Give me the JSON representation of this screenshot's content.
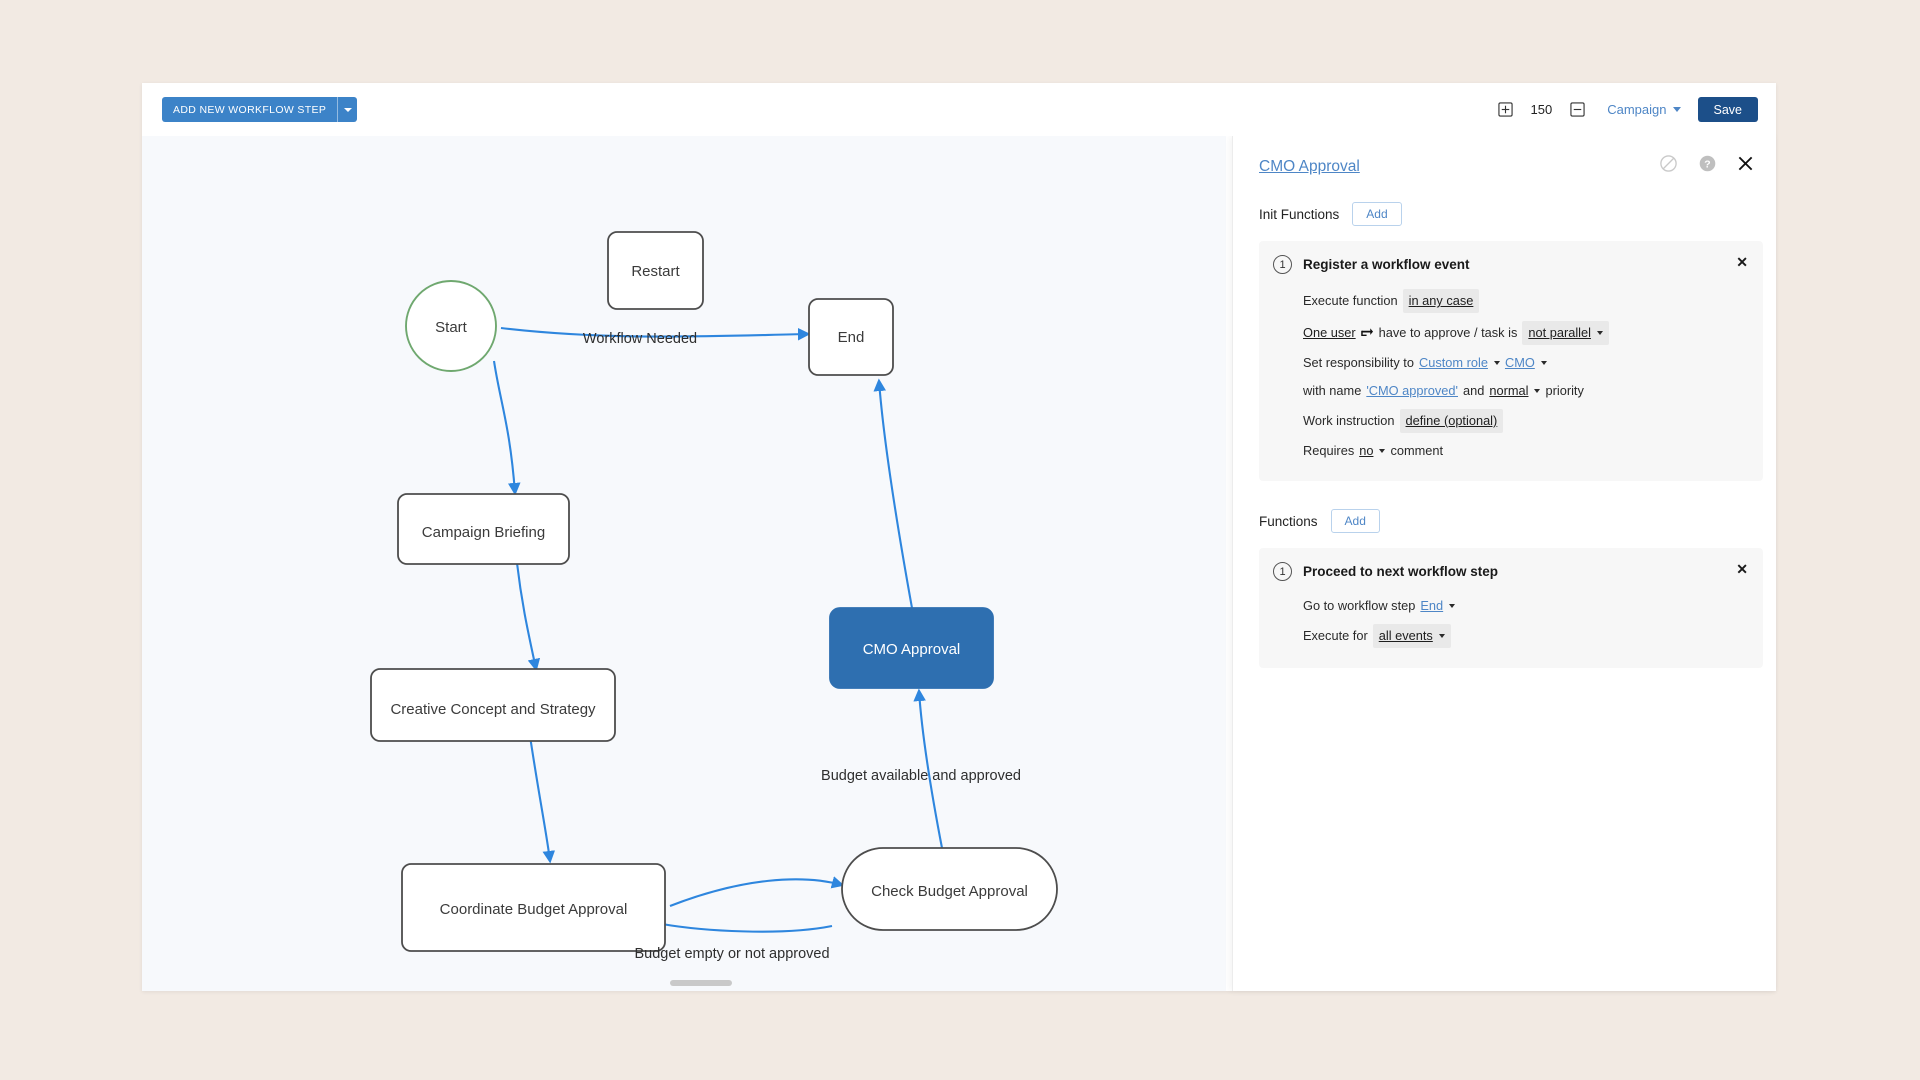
{
  "toolbar": {
    "add_step_label": "ADD NEW WORKFLOW STEP",
    "add_step_caret_icon": "chevron-down-icon",
    "zoom_in_icon": "zoom-in-icon",
    "zoom_value": "150",
    "zoom_out_icon": "zoom-out-icon",
    "scope_label": "Campaign",
    "scope_caret_icon": "chevron-down-icon",
    "save_label": "Save"
  },
  "colors": {
    "page_bg": "#F2EAE3",
    "canvas_bg": "#F7F9FC",
    "primary_blue": "#3C83C8",
    "save_navy": "#1C4F89",
    "link_blue": "#4E86C6",
    "edge_blue": "#2E86DE",
    "node_stroke": "#4D4D4D",
    "start_stroke": "#6FA86F",
    "selected_node_fill": "#2E6FB0",
    "card_bg": "#F7F7F7",
    "chip_bg": "#E9E9E9"
  },
  "diagram": {
    "nodes": [
      {
        "id": "start",
        "label": "Start",
        "shape": "circle",
        "selected": false
      },
      {
        "id": "restart",
        "label": "Restart",
        "shape": "rounded",
        "selected": false
      },
      {
        "id": "end",
        "label": "End",
        "shape": "rounded",
        "selected": false
      },
      {
        "id": "briefing",
        "label": "Campaign Briefing",
        "shape": "rounded",
        "selected": false
      },
      {
        "id": "creative",
        "label": "Creative Concept and Strategy",
        "shape": "rounded",
        "selected": false
      },
      {
        "id": "cmo",
        "label": "CMO Approval",
        "shape": "rounded",
        "selected": true
      },
      {
        "id": "coord",
        "label": "Coordinate Budget Approval",
        "shape": "rounded",
        "selected": false
      },
      {
        "id": "check",
        "label": "Check Budget Approval",
        "shape": "stadium",
        "selected": false
      }
    ],
    "edge_labels": [
      "Workflow Needed",
      "Budget available and approved",
      "Budget empty or not approved"
    ]
  },
  "panel": {
    "title": "CMO Approval",
    "head_icons": [
      "disabled-circle-icon",
      "help-icon",
      "close-icon"
    ],
    "init_functions": {
      "label": "Init Functions",
      "add_label": "Add",
      "cards": [
        {
          "number": "1",
          "title": "Register a workflow event",
          "close_icon": "close-icon",
          "rows": {
            "r1_prefix": "Execute function",
            "r1_value": "in any case",
            "r2_user": "One user",
            "r2_swap_icon": "swap-icon",
            "r2_mid": "have to approve / task is",
            "r2_value": "not parallel",
            "r3_prefix": "Set responsibility to",
            "r3_value1": "Custom role",
            "r3_value2": "CMO",
            "r4_prefix": "with name",
            "r4_value1": "'CMO approved'",
            "r4_mid": "and",
            "r4_value2": "normal",
            "r4_suffix": "priority",
            "r5_prefix": "Work instruction",
            "r5_value": "define (optional)",
            "r6_prefix": "Requires",
            "r6_value": "no",
            "r6_suffix": "comment"
          }
        }
      ]
    },
    "functions": {
      "label": "Functions",
      "add_label": "Add",
      "cards": [
        {
          "number": "1",
          "title": "Proceed to next workflow step",
          "close_icon": "close-icon",
          "rows": {
            "r1_prefix": "Go to workflow step",
            "r1_value": "End",
            "r2_prefix": "Execute for",
            "r2_value": "all events"
          }
        }
      ]
    }
  }
}
